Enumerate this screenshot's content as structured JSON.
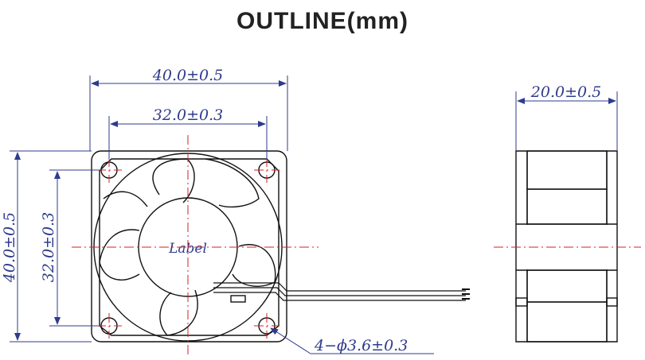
{
  "title": "OUTLINE(mm)",
  "front_view": {
    "width_outer": "40.0±0.5",
    "width_hole": "32.0±0.3",
    "height_outer": "40.0±0.5",
    "height_hole": "32.0±0.3",
    "label": "Label",
    "holes": "4−ϕ3.6±0.3"
  },
  "side_view": {
    "depth": "20.0±0.5"
  },
  "colors": {
    "outline": "#111111",
    "dimension": "#2f3b8c",
    "centerline": "#d42020"
  }
}
